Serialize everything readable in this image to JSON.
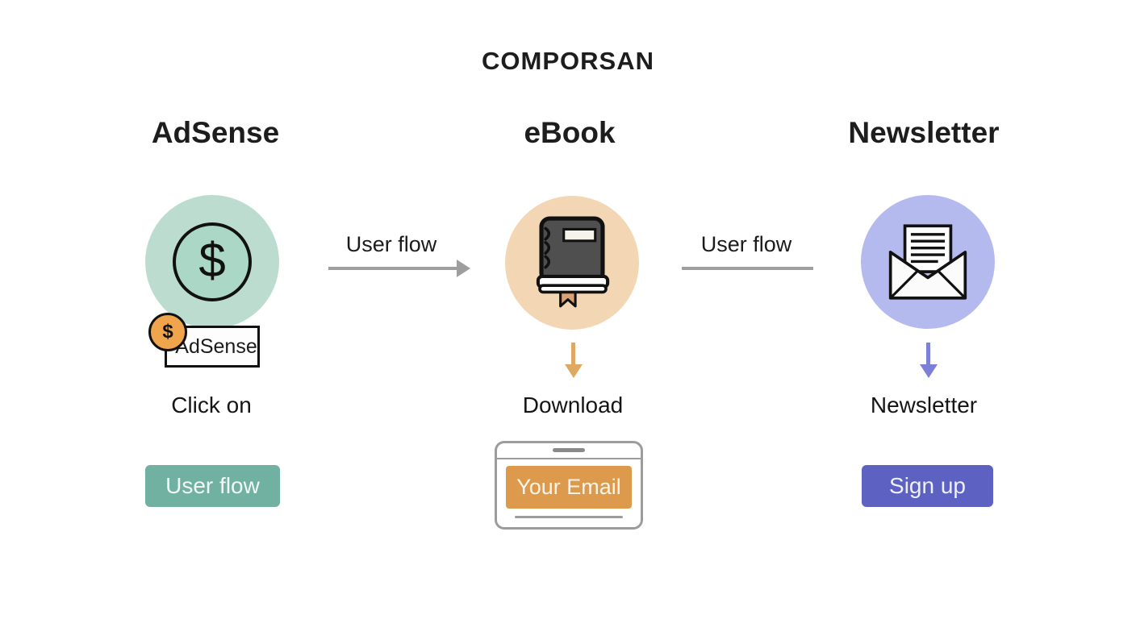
{
  "title": "COMPORSAN",
  "columns": {
    "adsense": {
      "header": "AdSense",
      "icon": "dollar-coin",
      "dollar_symbol": "$",
      "badge": {
        "symbol": "$",
        "label": "AdSense"
      },
      "caption": "Click on",
      "button_label": "User flow"
    },
    "ebook": {
      "header": "eBook",
      "icon": "book",
      "caption": "Download",
      "email_form": {
        "button_label": "Your Email"
      }
    },
    "newsletter": {
      "header": "Newsletter",
      "icon": "open-envelope",
      "caption": "Newsletter",
      "button_label": "Sign up"
    }
  },
  "connectors": {
    "first_label": "User flow",
    "second_label": "User flow"
  },
  "colors": {
    "teal_circle": "#bcdcd0",
    "teal_inner_circle": "#abd8c6",
    "tan_circle": "#f3d6b3",
    "purple_circle": "#b5baee",
    "teal_button": "#70b1a2",
    "purple_button": "#5d61c2",
    "orange_button": "#dd9a4d",
    "orange_coin": "#f0a54d",
    "tan_arrow": "#dfa963",
    "purple_arrow": "#7c80d8",
    "gray_connector": "#9e9e9e"
  }
}
